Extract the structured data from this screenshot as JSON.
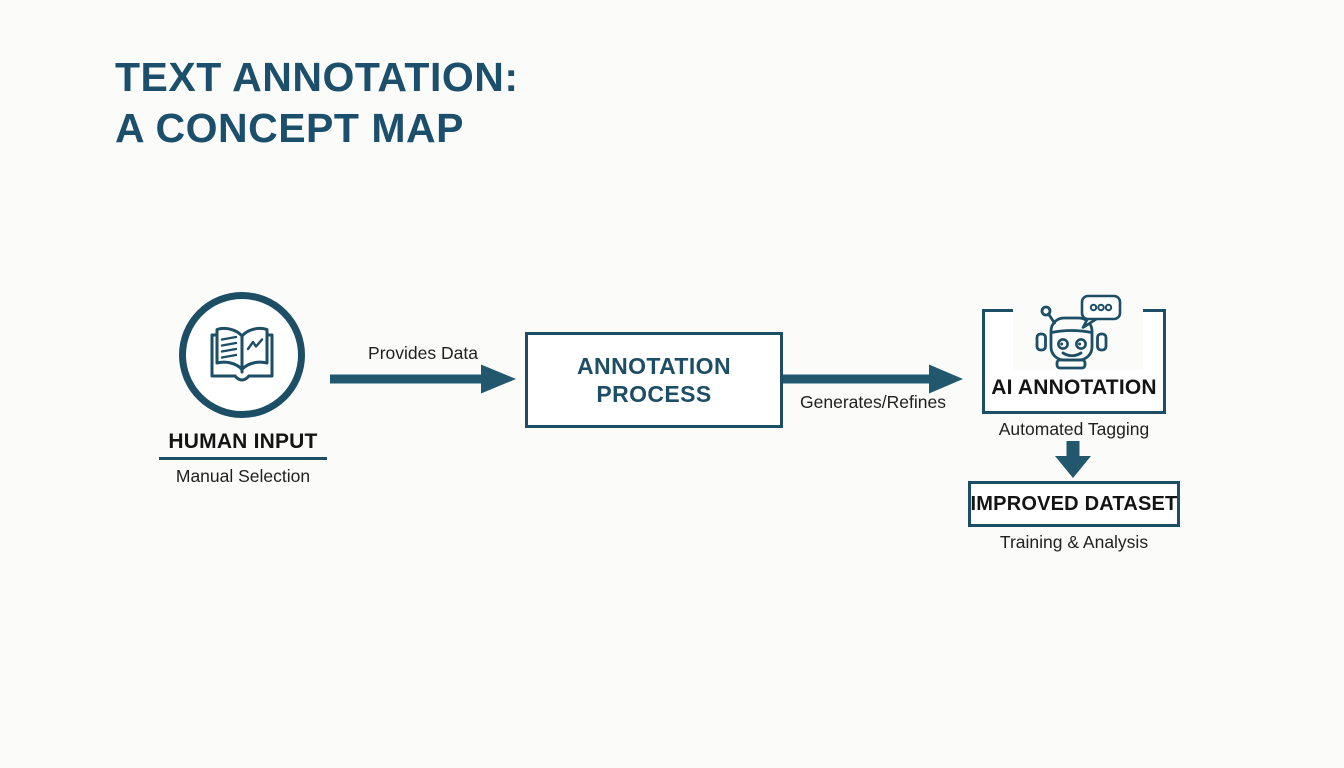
{
  "title": {
    "line1": "TEXT ANNOTATION:",
    "line2": "A CONCEPT MAP"
  },
  "nodes": {
    "human_input": {
      "label": "HUMAN INPUT",
      "sublabel": "Manual Selection",
      "icon": "open-book-icon"
    },
    "annotation_process": {
      "label": "ANNOTATION PROCESS"
    },
    "ai_annotation": {
      "label": "AI ANNOTATION",
      "sublabel": "Automated Tagging",
      "icon": "robot-chat-icon"
    },
    "improved_dataset": {
      "label": "IMPROVED DATASET",
      "sublabel": "Training & Analysis"
    }
  },
  "edges": {
    "provides_data": {
      "label": "Provides Data",
      "from": "human_input",
      "to": "annotation_process"
    },
    "generates_refines": {
      "label": "Generates/Refines",
      "from": "annotation_process",
      "to": "ai_annotation"
    },
    "refines_to_dataset": {
      "label": "",
      "from": "ai_annotation",
      "to": "improved_dataset"
    }
  },
  "colors": {
    "accent": "#1c4e66",
    "arrow": "#22586d",
    "title": "#1b4f6b",
    "ink": "#141414",
    "body": "#212121",
    "bg": "#fbfbfa"
  }
}
